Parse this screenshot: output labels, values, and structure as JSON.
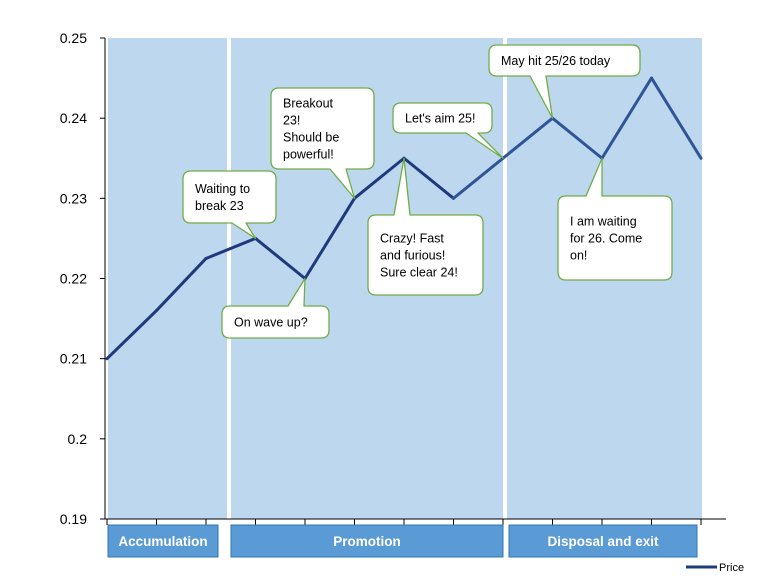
{
  "chart_data": {
    "type": "line",
    "title": "",
    "xlabel": "",
    "ylabel": "",
    "ylim": [
      0.19,
      0.25
    ],
    "yticks": [
      "0.19",
      "0.2",
      "0.21",
      "0.22",
      "0.23",
      "0.24",
      "0.25"
    ],
    "grid": false,
    "legend": "bottom-right",
    "series": [
      {
        "name": "Price",
        "color": "#1F3A7A",
        "x": [
          0,
          1,
          2,
          3,
          4,
          5,
          6,
          7,
          8,
          9,
          10,
          11,
          12
        ],
        "values": [
          0.21,
          0.216,
          0.2225,
          0.225,
          0.22,
          0.23,
          0.235,
          0.23,
          0.235,
          0.24,
          0.235,
          0.245,
          0.235
        ]
      }
    ],
    "phases": [
      {
        "label": "Accumulation",
        "x_start": 0,
        "x_end": 2.4
      },
      {
        "label": "Promotion",
        "x_start": 2.5,
        "x_end": 8
      },
      {
        "label": "Disposal and exit",
        "x_start": 8.1,
        "x_end": 12
      }
    ],
    "annotations": [
      {
        "lines": [
          "Waiting to",
          "break 23"
        ],
        "x": 3,
        "y": 0.225
      },
      {
        "lines": [
          "On wave up?"
        ],
        "x": 4,
        "y": 0.22
      },
      {
        "lines": [
          "Breakout",
          "23!",
          "Should be",
          "powerful!"
        ],
        "x": 5,
        "y": 0.23
      },
      {
        "lines": [
          "Crazy! Fast",
          "and furious!",
          "Sure clear 24!"
        ],
        "x": 6,
        "y": 0.235
      },
      {
        "lines": [
          "Let's aim 25!"
        ],
        "x": 8,
        "y": 0.235
      },
      {
        "lines": [
          "May hit 25/26 today"
        ],
        "x": 9,
        "y": 0.24
      },
      {
        "lines": [
          "I am waiting",
          "for 26.  Come",
          "on!"
        ],
        "x": 10,
        "y": 0.235
      }
    ],
    "colors": {
      "phase_fill": "#BDD7EE",
      "phase_label_fill": "#5B9BD5",
      "phase_label_border": "#2E75B6",
      "callout_border": "#70AD47",
      "line_dark": "#1F3A7A",
      "line_light": "#2F5597"
    }
  }
}
